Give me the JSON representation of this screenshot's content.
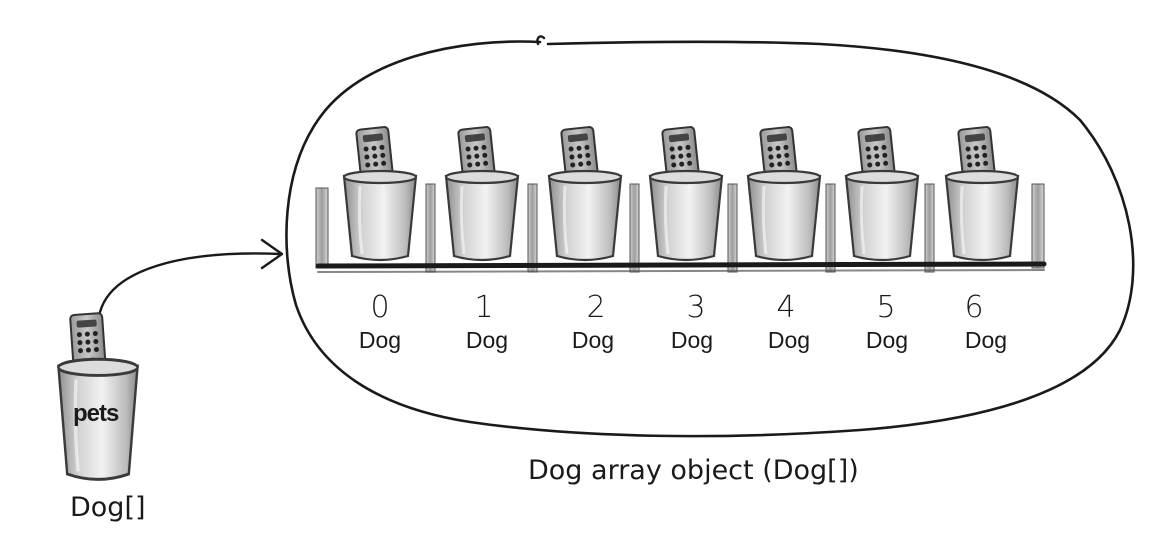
{
  "reference_variable": {
    "name": "pets",
    "type": "Dog[]"
  },
  "array_object": {
    "caption": "Dog array object (Dog[])",
    "elements": [
      {
        "index": "0",
        "type": "Dog"
      },
      {
        "index": "1",
        "type": "Dog"
      },
      {
        "index": "2",
        "type": "Dog"
      },
      {
        "index": "3",
        "type": "Dog"
      },
      {
        "index": "4",
        "type": "Dog"
      },
      {
        "index": "5",
        "type": "Dog"
      },
      {
        "index": "6",
        "type": "Dog"
      }
    ]
  },
  "icons": {
    "cup": "cup-icon",
    "remote": "remote-control-icon",
    "arrow": "reference-arrow"
  }
}
